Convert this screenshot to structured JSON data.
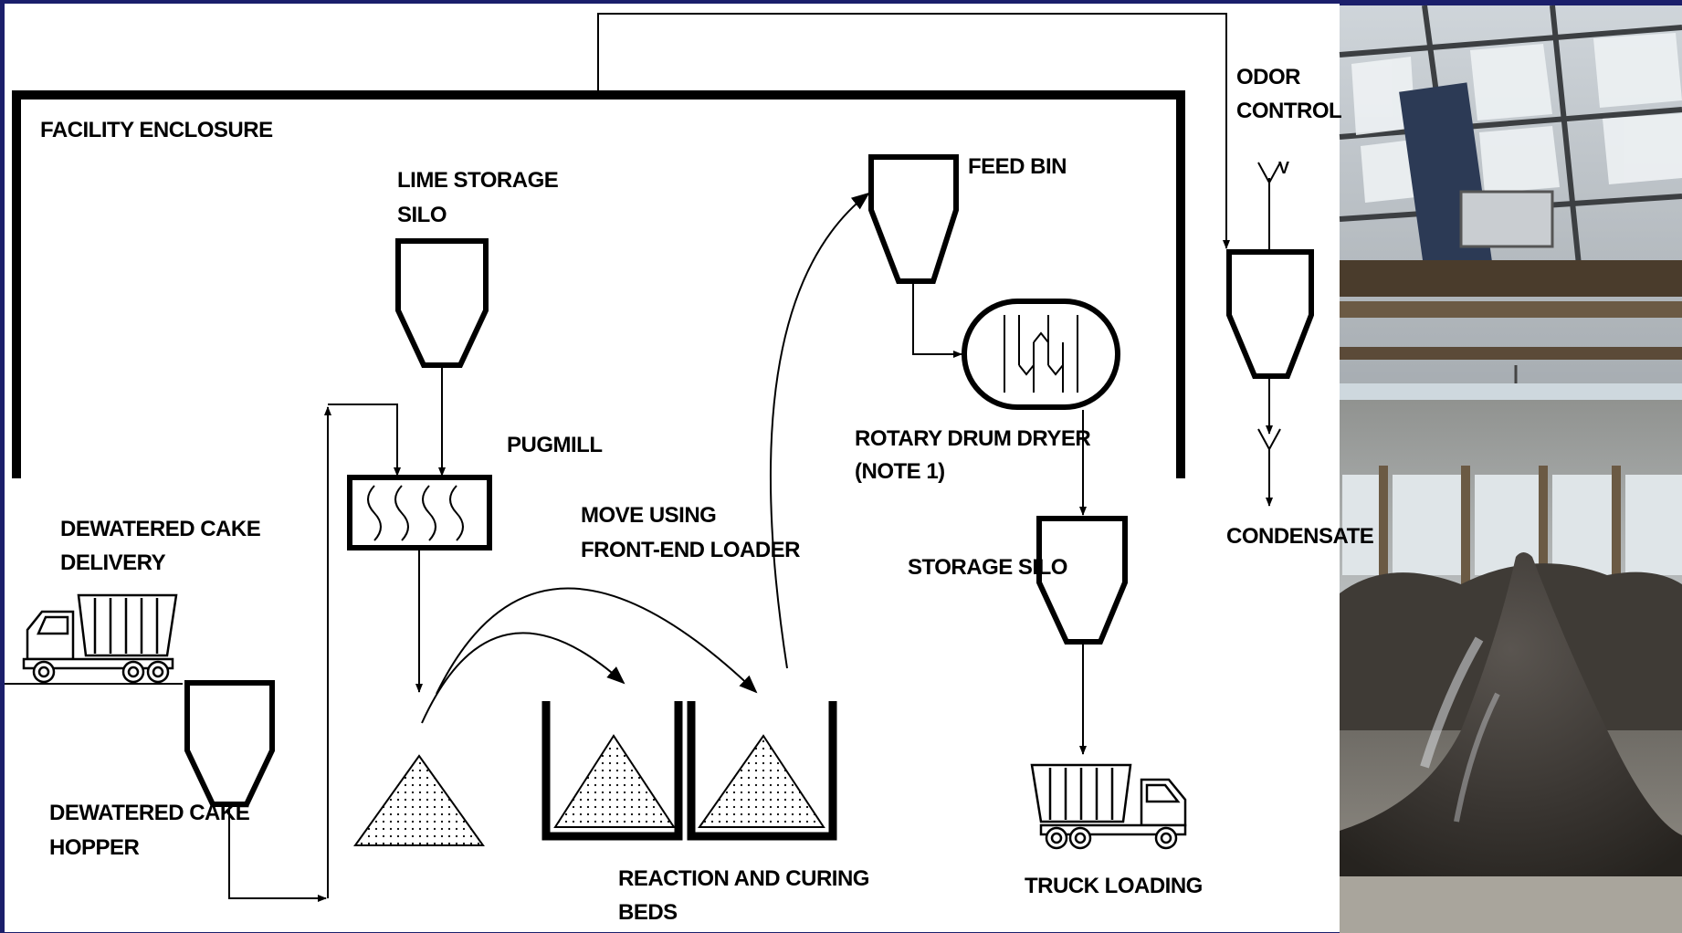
{
  "diagram": {
    "labels": {
      "facility_enclosure": "FACILITY ENCLOSURE",
      "lime_storage_line1": "LIME STORAGE",
      "lime_storage_line2": "SILO",
      "pugmill": "PUGMILL",
      "dewatered_cake_delivery_line1": "DEWATERED CAKE",
      "dewatered_cake_delivery_line2": "DELIVERY",
      "dewatered_cake_hopper_line1": "DEWATERED CAKE",
      "dewatered_cake_hopper_line2": "HOPPER",
      "move_using_line1": "MOVE USING",
      "move_using_line2": "FRONT-END LOADER",
      "reaction_curing_line1": "REACTION AND CURING",
      "reaction_curing_line2": "BEDS",
      "feed_bin": "FEED BIN",
      "rotary_drum_dryer_line1": "ROTARY DRUM DRYER",
      "rotary_drum_dryer_line2": "(NOTE 1)",
      "storage_silo": "STORAGE SILO",
      "truck_loading": "TRUCK LOADING",
      "odor_control_line1": "ODOR",
      "odor_control_line2": "CONTROL",
      "vent_symbol": "V",
      "condensate": "CONDENSATE"
    }
  },
  "photo": {
    "subject": "indoor-lime-stabilized-biosolids-pile-with-overhead-crane"
  },
  "colors": {
    "frame": "#1b1f6b",
    "diagram_background": "#ffffff",
    "line": "#000000"
  }
}
